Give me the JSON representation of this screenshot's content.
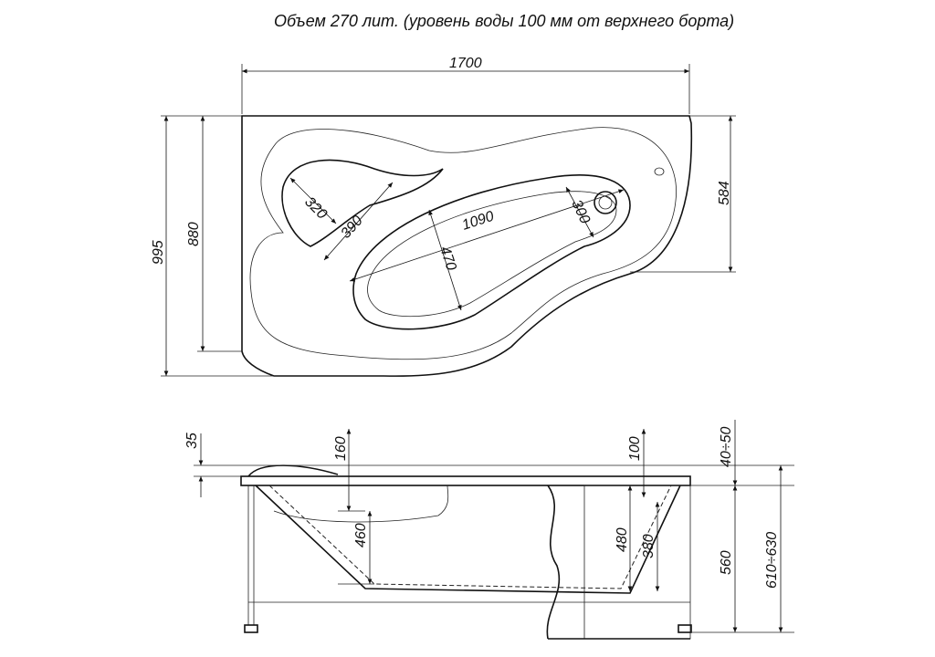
{
  "title": "Объем 270 лит. (уровень воды 100 мм от верхнего борта)",
  "top_view": {
    "width": "1700",
    "total_depth": "995",
    "depth": "880",
    "right_depth": "584",
    "headrest": "320",
    "seat": "390",
    "bowl_length": "1090",
    "drain_area": "300",
    "bowl_width": "470"
  },
  "side_view": {
    "rim": "35",
    "headrest_height": "160",
    "water_level": "100",
    "leg_adjust": "40÷50",
    "depth_head": "460",
    "depth_inner": "480",
    "depth_drain": "380",
    "body_height": "560",
    "total_height": "610÷630"
  }
}
